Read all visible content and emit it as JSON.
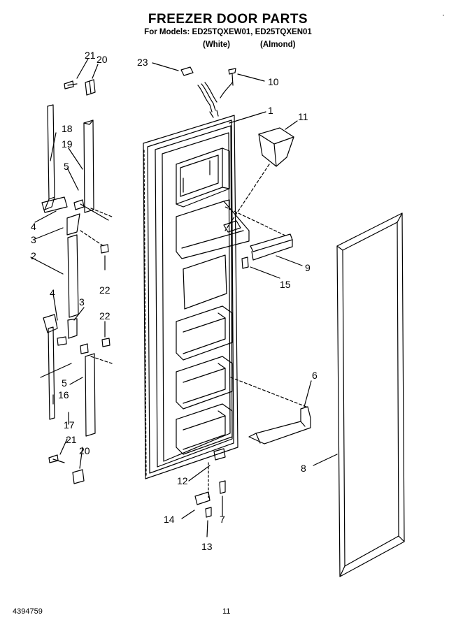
{
  "header": {
    "title": "FREEZER DOOR PARTS",
    "models_line": "For Models: ED25TQXEW01, ED25TQXEN01",
    "variant_white": "(White)",
    "variant_almond": "(Almond)",
    "corner_mark": "·"
  },
  "footer": {
    "doc_number": "4394759",
    "page_number": "11"
  },
  "callouts": {
    "c1": "1",
    "c2": "2",
    "c3a": "3",
    "c3b": "3",
    "c4a": "4",
    "c4b": "4",
    "c5a": "5",
    "c5b": "5",
    "c6": "6",
    "c7": "7",
    "c8": "8",
    "c9": "9",
    "c10": "10",
    "c11": "11",
    "c12": "12",
    "c13": "13",
    "c14": "14",
    "c15": "15",
    "c16": "16",
    "c17": "17",
    "c18": "18",
    "c19": "19",
    "c20a": "20",
    "c20b": "20",
    "c21a": "21",
    "c21b": "21",
    "c22a": "22",
    "c22b": "22",
    "c23": "23"
  }
}
